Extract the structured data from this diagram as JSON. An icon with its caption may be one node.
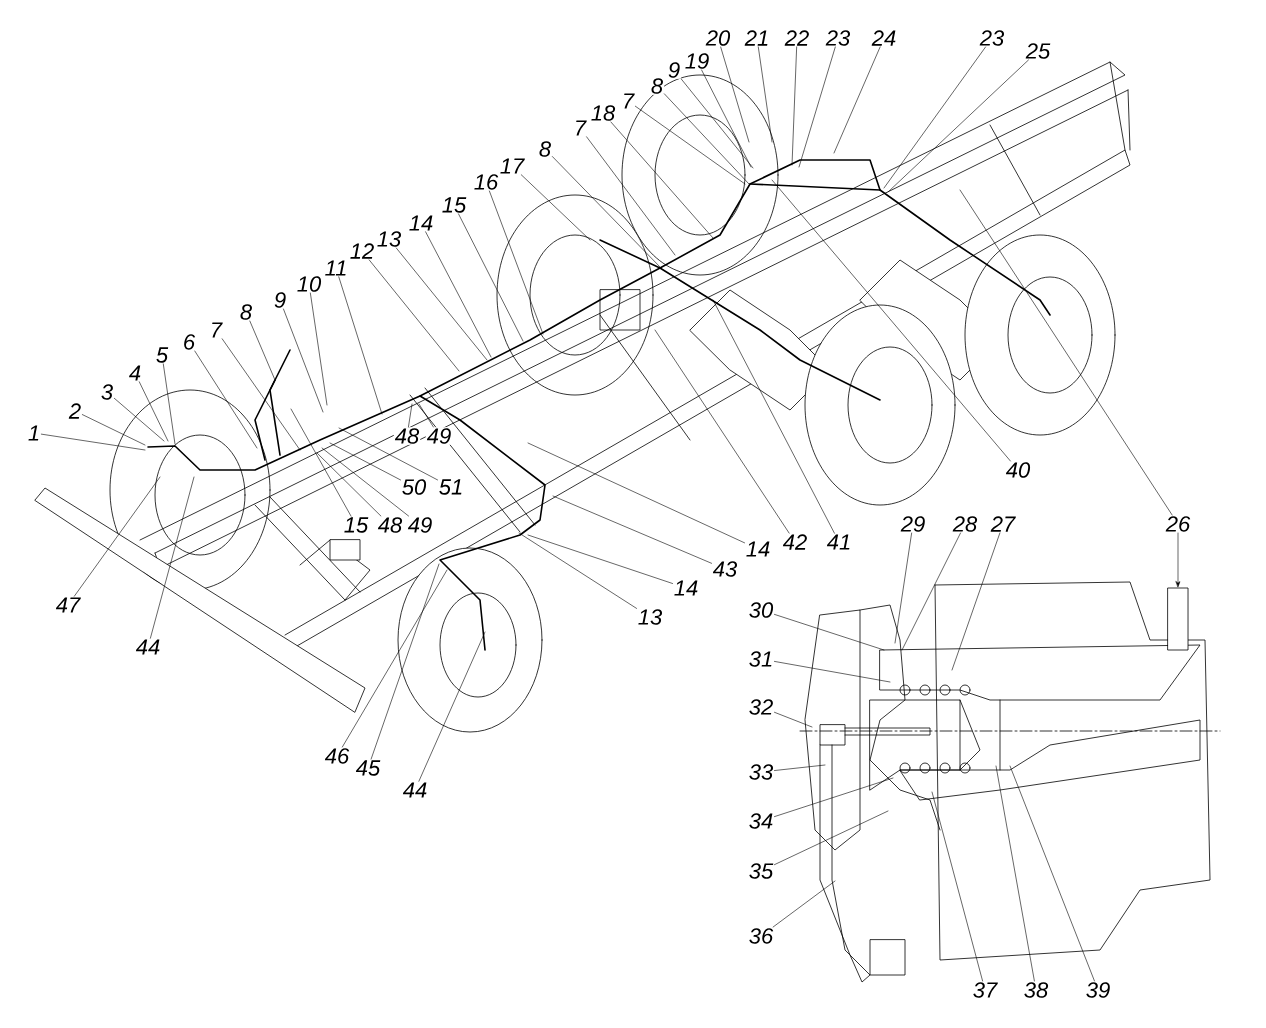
{
  "diagram": {
    "nodes": [
      {
        "text": [
          "1"
        ]
      },
      {
        "text": [
          "2"
        ]
      },
      {
        "text": [
          "3"
        ]
      },
      {
        "text": [
          "4"
        ]
      },
      {
        "text": [
          "5"
        ]
      },
      {
        "text": [
          "6"
        ]
      },
      {
        "text": [
          "7"
        ]
      },
      {
        "text": [
          "8"
        ]
      },
      {
        "text": [
          "9"
        ]
      },
      {
        "text": [
          "10"
        ]
      },
      {
        "text": [
          "11"
        ]
      },
      {
        "text": [
          "12"
        ]
      },
      {
        "text": [
          "13"
        ]
      },
      {
        "text": [
          "14"
        ]
      },
      {
        "text": [
          "15"
        ]
      },
      {
        "text": [
          "16"
        ]
      },
      {
        "text": [
          "17"
        ]
      },
      {
        "text": [
          "8"
        ]
      },
      {
        "text": [
          "7"
        ]
      },
      {
        "text": [
          "18"
        ]
      },
      {
        "text": [
          "7"
        ]
      },
      {
        "text": [
          "8"
        ]
      },
      {
        "text": [
          "9"
        ]
      },
      {
        "text": [
          "19"
        ]
      },
      {
        "text": [
          "20"
        ]
      },
      {
        "text": [
          "21"
        ]
      },
      {
        "text": [
          "22"
        ]
      },
      {
        "text": [
          "23"
        ]
      },
      {
        "text": [
          "24"
        ]
      },
      {
        "text": [
          "23"
        ]
      },
      {
        "text": [
          "25"
        ]
      },
      {
        "text": [
          "40"
        ]
      },
      {
        "text": [
          "41"
        ]
      },
      {
        "text": [
          "42"
        ]
      },
      {
        "text": [
          "14"
        ]
      },
      {
        "text": [
          "43"
        ]
      },
      {
        "text": [
          "14"
        ]
      },
      {
        "text": [
          "13"
        ]
      },
      {
        "text": [
          "48"
        ]
      },
      {
        "text": [
          "49"
        ]
      },
      {
        "text": [
          "50"
        ]
      },
      {
        "text": [
          "51"
        ]
      },
      {
        "text": [
          "15"
        ]
      },
      {
        "text": [
          "48"
        ]
      },
      {
        "text": [
          "49"
        ]
      },
      {
        "text": [
          "47"
        ]
      },
      {
        "text": [
          "44"
        ]
      },
      {
        "text": [
          "46"
        ]
      },
      {
        "text": [
          "45"
        ]
      },
      {
        "text": [
          "44"
        ]
      },
      {
        "text": [
          "26"
        ]
      },
      {
        "text": [
          "29"
        ]
      },
      {
        "text": [
          "28"
        ]
      },
      {
        "text": [
          "27"
        ]
      },
      {
        "text": [
          "30"
        ]
      },
      {
        "text": [
          "31"
        ]
      },
      {
        "text": [
          "32"
        ]
      },
      {
        "text": [
          "33"
        ]
      },
      {
        "text": [
          "34"
        ]
      },
      {
        "text": [
          "35"
        ]
      },
      {
        "text": [
          "36"
        ]
      },
      {
        "text": [
          "37"
        ]
      },
      {
        "text": [
          "38"
        ]
      },
      {
        "text": [
          "39"
        ]
      },
      {
        "text": [],
        "shape": "box"
      }
    ],
    "edges": [
      {
        "from": 0,
        "to": null,
        "arrow": "none"
      },
      {
        "from": 1,
        "to": null,
        "arrow": "none"
      },
      {
        "from": 2,
        "to": null,
        "arrow": "none"
      },
      {
        "from": 3,
        "to": null,
        "arrow": "none"
      },
      {
        "from": 4,
        "to": null,
        "arrow": "none"
      },
      {
        "from": 5,
        "to": null,
        "arrow": "none"
      },
      {
        "from": 6,
        "to": null,
        "arrow": "none"
      },
      {
        "from": 7,
        "to": null,
        "arrow": "none"
      },
      {
        "from": 8,
        "to": null,
        "arrow": "none"
      },
      {
        "from": 9,
        "to": null,
        "arrow": "none"
      },
      {
        "from": 10,
        "to": null,
        "arrow": "none"
      },
      {
        "from": 11,
        "to": null,
        "arrow": "none"
      },
      {
        "from": 12,
        "to": null,
        "arrow": "none"
      },
      {
        "from": 13,
        "to": null,
        "arrow": "none"
      },
      {
        "from": 14,
        "to": null,
        "arrow": "none"
      },
      {
        "from": 15,
        "to": null,
        "arrow": "none"
      },
      {
        "from": 16,
        "to": null,
        "arrow": "none"
      },
      {
        "from": 17,
        "to": null,
        "arrow": "none"
      },
      {
        "from": 18,
        "to": null,
        "arrow": "none"
      },
      {
        "from": 19,
        "to": null,
        "arrow": "none"
      },
      {
        "from": 20,
        "to": null,
        "arrow": "none"
      },
      {
        "from": 21,
        "to": null,
        "arrow": "none"
      },
      {
        "from": 22,
        "to": null,
        "arrow": "none"
      },
      {
        "from": 23,
        "to": null,
        "arrow": "none"
      },
      {
        "from": 24,
        "to": null,
        "arrow": "none"
      },
      {
        "from": 25,
        "to": null,
        "arrow": "none"
      },
      {
        "from": 26,
        "to": null,
        "arrow": "none"
      },
      {
        "from": 27,
        "to": null,
        "arrow": "none"
      },
      {
        "from": 28,
        "to": null,
        "arrow": "none"
      },
      {
        "from": 29,
        "to": null,
        "arrow": "none"
      },
      {
        "from": 30,
        "to": null,
        "arrow": "none"
      },
      {
        "from": 31,
        "to": null,
        "arrow": "none"
      },
      {
        "from": 32,
        "to": null,
        "arrow": "none"
      },
      {
        "from": 33,
        "to": null,
        "arrow": "none"
      },
      {
        "from": 34,
        "to": null,
        "arrow": "none"
      },
      {
        "from": 35,
        "to": null,
        "arrow": "none"
      },
      {
        "from": 36,
        "to": null,
        "arrow": "none"
      },
      {
        "from": 37,
        "to": null,
        "arrow": "none"
      },
      {
        "from": 38,
        "to": null,
        "arrow": "none"
      },
      {
        "from": 39,
        "to": null,
        "arrow": "none"
      },
      {
        "from": 40,
        "to": null,
        "arrow": "none"
      },
      {
        "from": 41,
        "to": null,
        "arrow": "none"
      },
      {
        "from": 42,
        "to": null,
        "arrow": "none"
      },
      {
        "from": 43,
        "to": null,
        "arrow": "none"
      },
      {
        "from": 44,
        "to": null,
        "arrow": "none"
      },
      {
        "from": 45,
        "to": null,
        "arrow": "none"
      },
      {
        "from": 46,
        "to": null,
        "arrow": "none"
      },
      {
        "from": 47,
        "to": null,
        "arrow": "none"
      },
      {
        "from": 48,
        "to": null,
        "arrow": "none"
      },
      {
        "from": 49,
        "to": null,
        "arrow": "none"
      },
      {
        "from": 50,
        "to": null,
        "arrow": "none"
      },
      {
        "from": 51,
        "to": null,
        "arrow": "none"
      },
      {
        "from": 52,
        "to": null,
        "arrow": "none"
      },
      {
        "from": 53,
        "to": null,
        "arrow": "none"
      },
      {
        "from": 54,
        "to": null,
        "arrow": "none"
      },
      {
        "from": 55,
        "to": null,
        "arrow": "none"
      },
      {
        "from": 56,
        "to": null,
        "arrow": "none"
      },
      {
        "from": 57,
        "to": null,
        "arrow": "none"
      },
      {
        "from": 58,
        "to": null,
        "arrow": "none"
      },
      {
        "from": 59,
        "to": null,
        "arrow": "none"
      },
      {
        "from": 60,
        "to": null,
        "arrow": "none"
      },
      {
        "from": 61,
        "to": null,
        "arrow": "none"
      },
      {
        "from": 62,
        "to": null,
        "arrow": "none"
      },
      {
        "from": 63,
        "to": null,
        "arrow": "none"
      },
      {
        "from": 50,
        "to": 64,
        "arrow": "to"
      }
    ]
  }
}
